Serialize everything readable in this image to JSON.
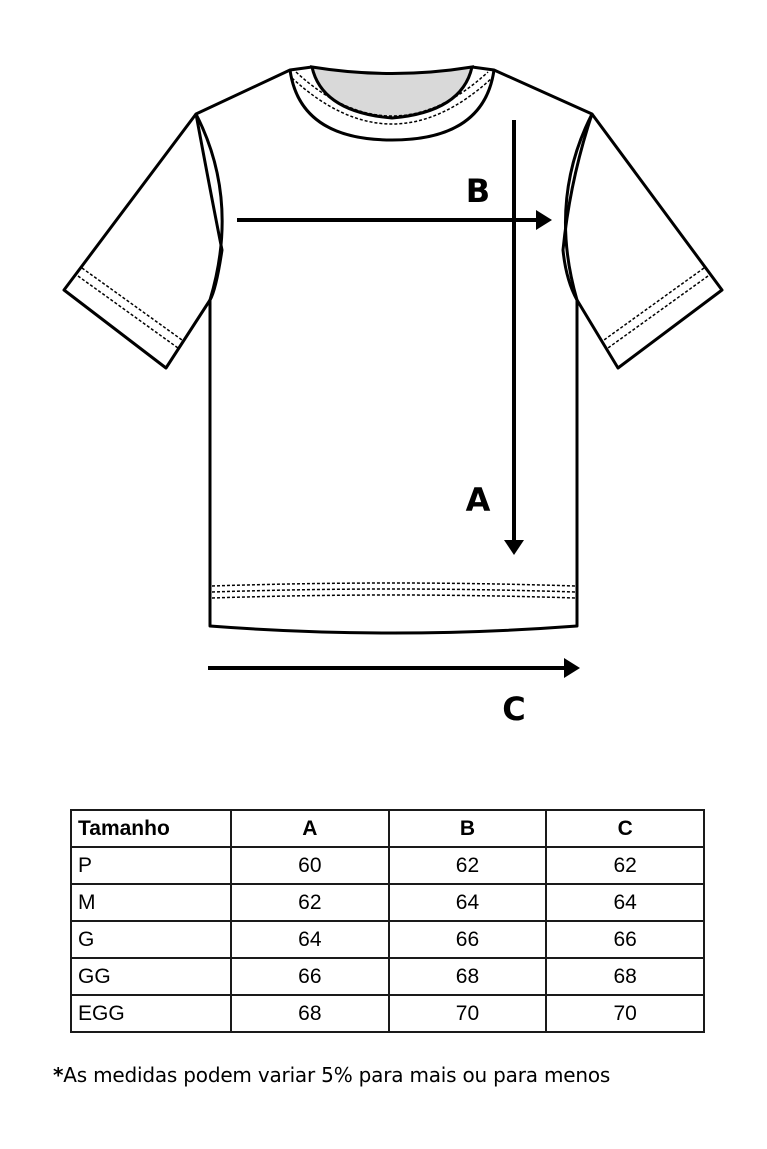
{
  "diagram": {
    "labels": {
      "a": "A",
      "b": "B",
      "c": "C"
    }
  },
  "table": {
    "headers": [
      "Tamanho",
      "A",
      "B",
      "C"
    ],
    "rows": [
      [
        "P",
        "60",
        "62",
        "62"
      ],
      [
        "M",
        "62",
        "64",
        "64"
      ],
      [
        "G",
        "64",
        "66",
        "66"
      ],
      [
        "GG",
        "66",
        "68",
        "68"
      ],
      [
        "EGG",
        "68",
        "70",
        "70"
      ]
    ]
  },
  "footnote": {
    "star": "*",
    "text": "As medidas podem variar 5% para mais ou para menos"
  }
}
